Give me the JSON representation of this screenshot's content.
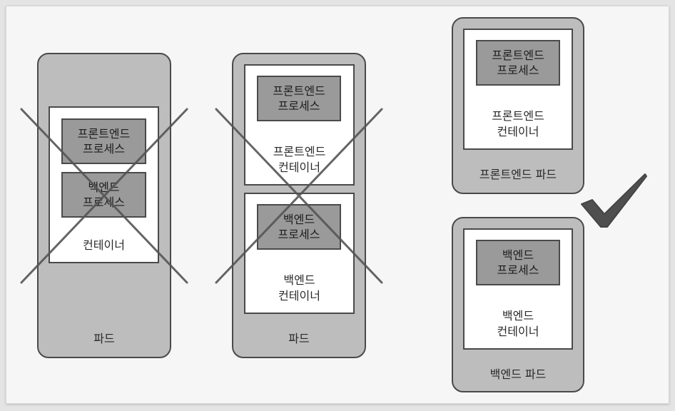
{
  "diagram": {
    "left": {
      "pod_label": "파드",
      "container_label": "컨테이너",
      "frontend_process": [
        "프론트엔드",
        "프로세스"
      ],
      "backend_process": [
        "백엔드",
        "프로세스"
      ]
    },
    "middle": {
      "pod_label": "파드",
      "frontend_process": [
        "프론트엔드",
        "프로세스"
      ],
      "frontend_container": [
        "프론트엔드",
        "컨테이너"
      ],
      "backend_process": [
        "백엔드",
        "프로세스"
      ],
      "backend_container": [
        "백엔드",
        "컨테이너"
      ]
    },
    "right": {
      "frontend_pod_label": "프론트엔드 파드",
      "frontend_process": [
        "프론트엔드",
        "프로세스"
      ],
      "frontend_container": [
        "프론트엔드",
        "컨테이너"
      ],
      "backend_pod_label": "백엔드 파드",
      "backend_process": [
        "백엔드",
        "프로세스"
      ],
      "backend_container": [
        "백엔드",
        "컨테이너"
      ]
    }
  },
  "icons": {
    "wrong_marks": "cross-icon",
    "correct_mark": "checkmark-icon"
  },
  "colors": {
    "pod": "#bdbdbd",
    "process": "#9a9a9a",
    "container": "#ffffff",
    "stroke": "#4a4a4a",
    "mark": "#555555"
  }
}
